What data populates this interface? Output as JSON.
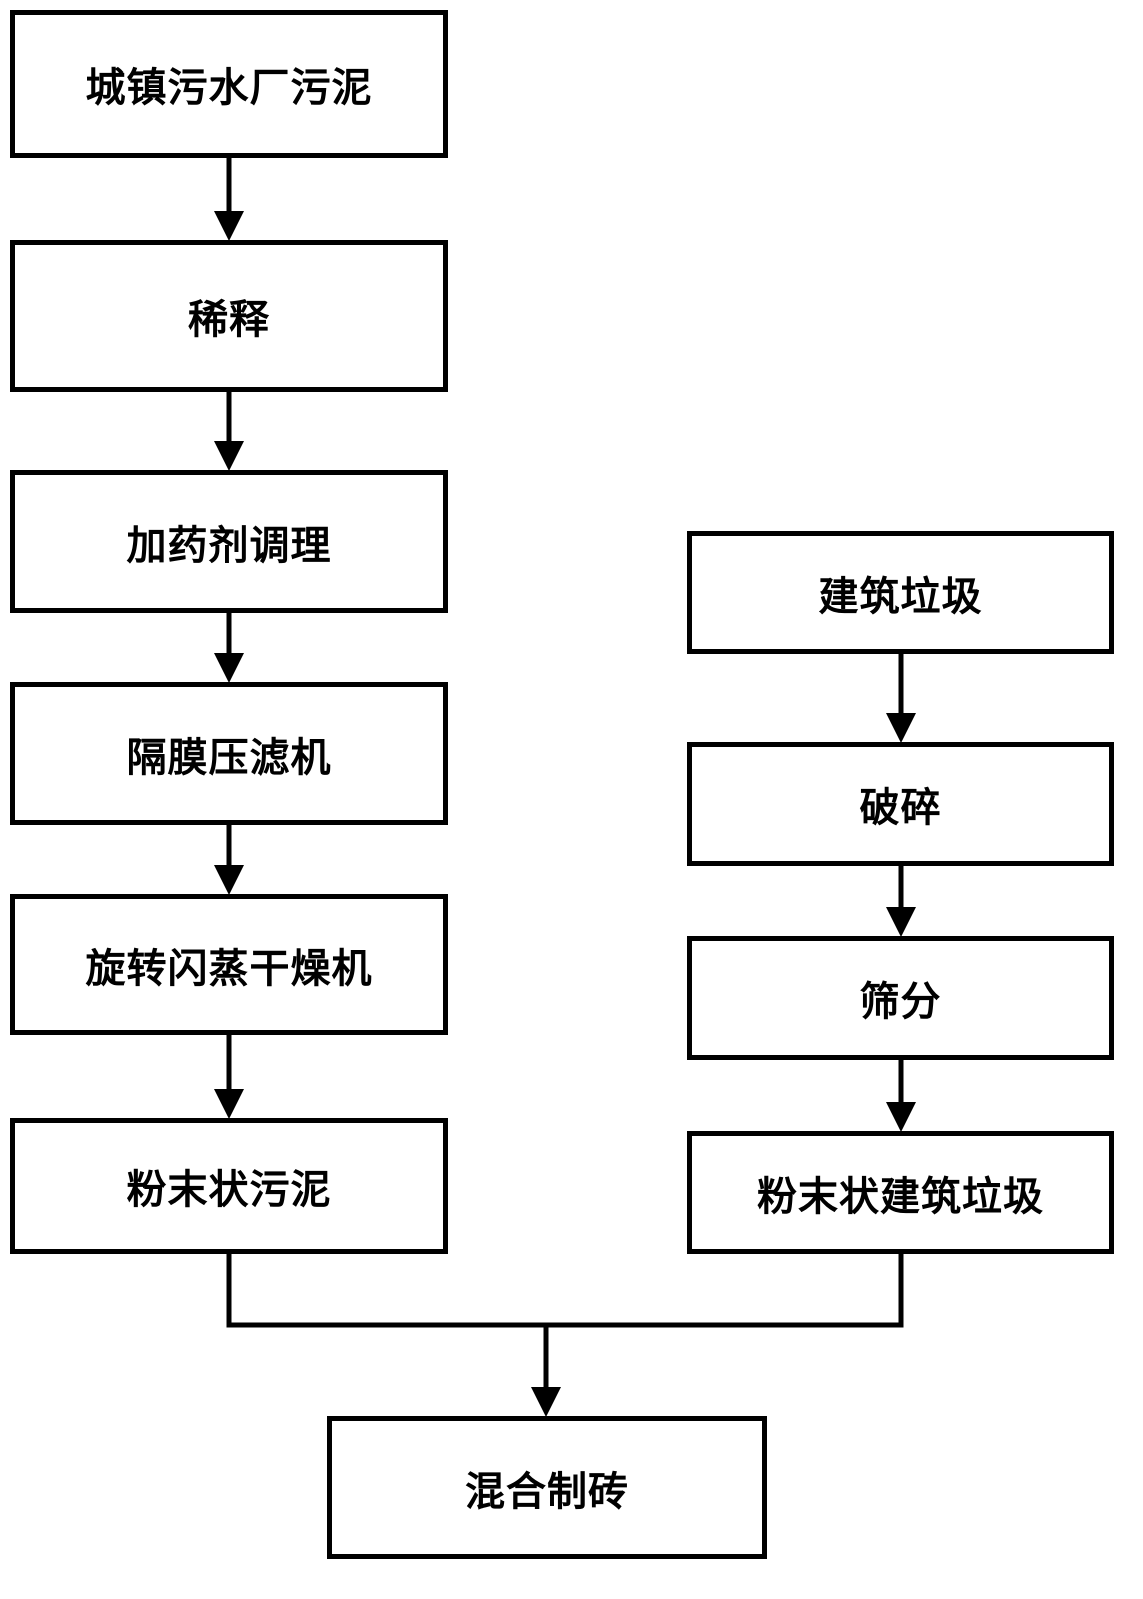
{
  "left_chain": [
    "城镇污水厂污泥",
    "稀释",
    "加药剂调理",
    "隔膜压滤机",
    "旋转闪蒸干燥机",
    "粉末状污泥"
  ],
  "right_chain": [
    "建筑垃圾",
    "破碎",
    "筛分",
    "粉末状建筑垃圾"
  ],
  "final_step": "混合制砖",
  "colors": {
    "stroke": "#000000",
    "background": "#ffffff"
  }
}
